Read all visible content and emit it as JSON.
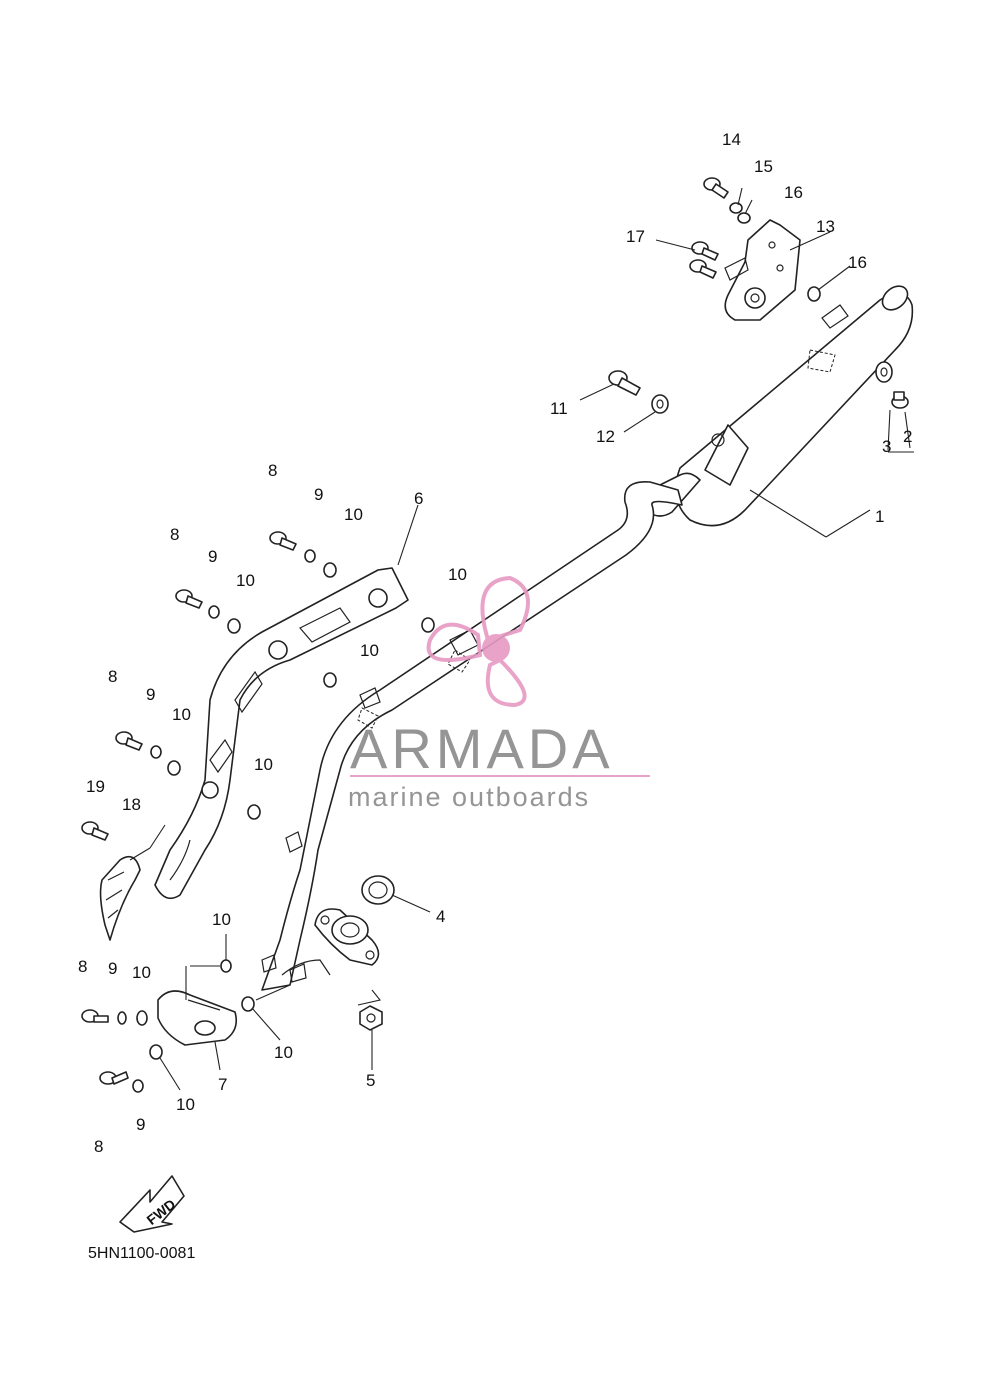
{
  "diagram": {
    "code": "5HN1100-0081",
    "fwd_label": "FWD",
    "callouts": [
      "1",
      "2",
      "3",
      "4",
      "5",
      "6",
      "7",
      "8",
      "9",
      "10",
      "11",
      "12",
      "13",
      "14",
      "15",
      "16",
      "17",
      "18",
      "19"
    ]
  },
  "watermark": {
    "brand": "ARMADA",
    "tagline": "marine outboards",
    "accent_color": "#e79ac4",
    "text_color": "#8a8a8a"
  },
  "colors": {
    "line": "#222222",
    "background": "#ffffff"
  }
}
